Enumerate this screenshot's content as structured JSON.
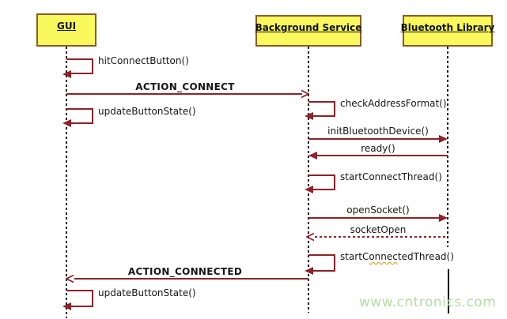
{
  "diagram": {
    "type": "uml-sequence",
    "participants": [
      {
        "name": "GUI"
      },
      {
        "name": "Background Service"
      },
      {
        "name": "Bluetooth Library"
      }
    ],
    "messages": [
      {
        "label": "hitConnectButton()",
        "from": "GUI",
        "to": "GUI",
        "kind": "self"
      },
      {
        "label": "ACTION_CONNECT",
        "from": "GUI",
        "to": "Background Service",
        "kind": "async-open-arrow"
      },
      {
        "label": "updateButtonState()",
        "from": "GUI",
        "to": "GUI",
        "kind": "self"
      },
      {
        "label": "checkAddressFormat()",
        "from": "Background Service",
        "to": "Background Service",
        "kind": "self"
      },
      {
        "label": "initBluetoothDevice()",
        "from": "Background Service",
        "to": "Bluetooth Library",
        "kind": "sync-filled-arrow"
      },
      {
        "label": "ready()",
        "from": "Bluetooth Library",
        "to": "Background Service",
        "kind": "sync-filled-arrow"
      },
      {
        "label": "startConnectThread()",
        "from": "Background Service",
        "to": "Background Service",
        "kind": "self"
      },
      {
        "label": "openSocket()",
        "from": "Background Service",
        "to": "Bluetooth Library",
        "kind": "sync-filled-arrow"
      },
      {
        "label": "socketOpen",
        "from": "Bluetooth Library",
        "to": "Background Service",
        "kind": "return-dashed-open-arrow"
      },
      {
        "label": "startConnectedThread()",
        "label_pre": "startC",
        "label_wavy": "onnec",
        "label_post": "tedThread()",
        "from": "Background Service",
        "to": "Background Service",
        "kind": "self"
      },
      {
        "label": "ACTION_CONNECTED",
        "from": "Background Service",
        "to": "GUI",
        "kind": "async-open-arrow"
      },
      {
        "label": "updateButtonState()",
        "from": "GUI",
        "to": "GUI",
        "kind": "self"
      }
    ],
    "watermark": "www.cntronics.com",
    "colors": {
      "box_fill": "#f9f95e",
      "box_border": "#8a5a28",
      "arrow": "#8e2228",
      "lifeline": "#1c1c1c",
      "watermark": "#b3dda3",
      "spellcheck_squiggle": "#e8940f"
    }
  }
}
